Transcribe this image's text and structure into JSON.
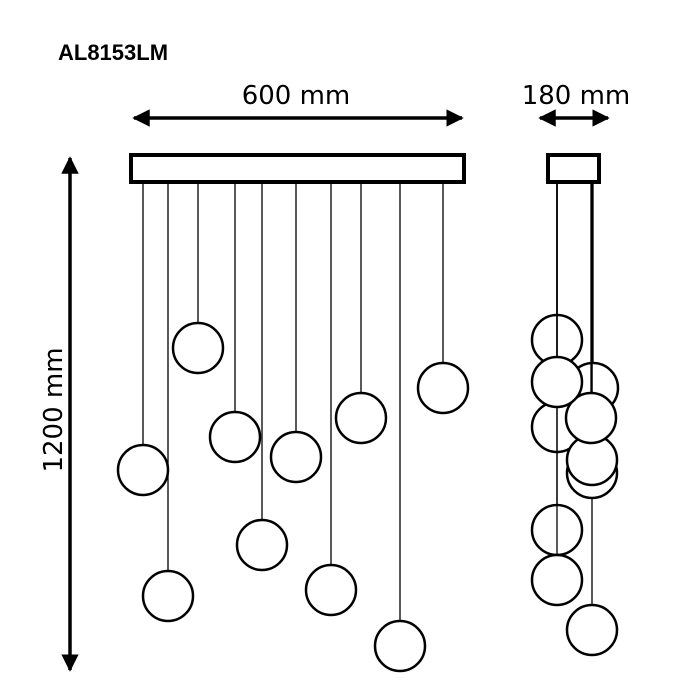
{
  "product_code": "AL8153LM",
  "dimensions": {
    "width": "600 mm",
    "depth": "180 mm",
    "height": "1200 mm"
  },
  "views": {
    "front": {
      "pendant_count": 10
    },
    "side": {
      "pendant_count": 10
    }
  },
  "colors": {
    "stroke": "#000000",
    "background": "#ffffff"
  }
}
